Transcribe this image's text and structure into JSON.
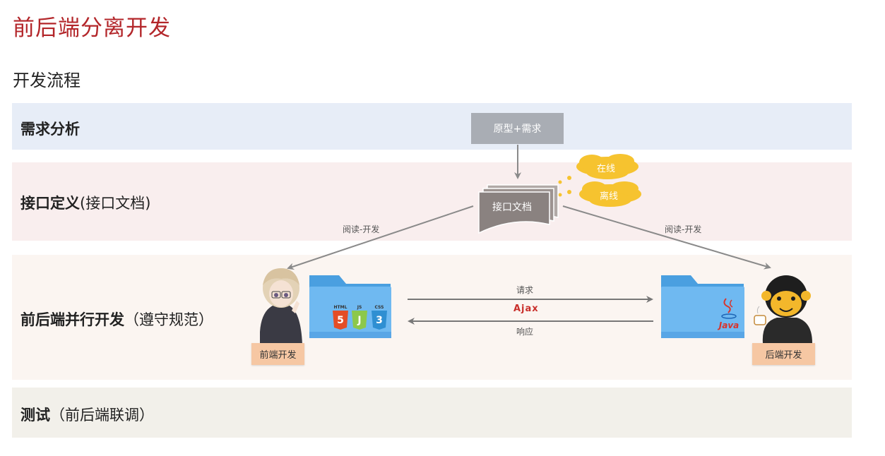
{
  "page": {
    "title": "前后端分离开发",
    "subtitle": "开发流程"
  },
  "stages": [
    {
      "bold": "需求分析",
      "rest": ""
    },
    {
      "bold": "接口定义",
      "rest": "(接口文档)"
    },
    {
      "bold": "前后端并行开发",
      "rest": "（遵守规范）"
    },
    {
      "bold": "测试",
      "rest": "（前后端联调）"
    }
  ],
  "diagram": {
    "prototype_box": "原型+需求",
    "online_cloud": "在线",
    "offline_cloud": "离线",
    "api_doc": "接口文档",
    "read_develop_left": "阅读-开发",
    "read_develop_right": "阅读-开发",
    "request_label": "请求",
    "ajax_label": "Ajax",
    "response_label": "响应",
    "frontend_tag": "前端开发",
    "backend_tag": "后端开发",
    "html_label": "HTML",
    "js_label": "JS",
    "css_label": "CSS",
    "java_label": "Java"
  },
  "colors": {
    "title": "#b3262a",
    "band_requirements": "#e7edf7",
    "band_interface": "#f9eeee",
    "band_parallel": "#fbf5f1",
    "band_testing": "#f2f0ea",
    "folder_blue": "#5aaeea",
    "cloud_yellow": "#f6c32f",
    "doc_gray": "#8a8280",
    "tag_peach": "#f6c7a3"
  }
}
